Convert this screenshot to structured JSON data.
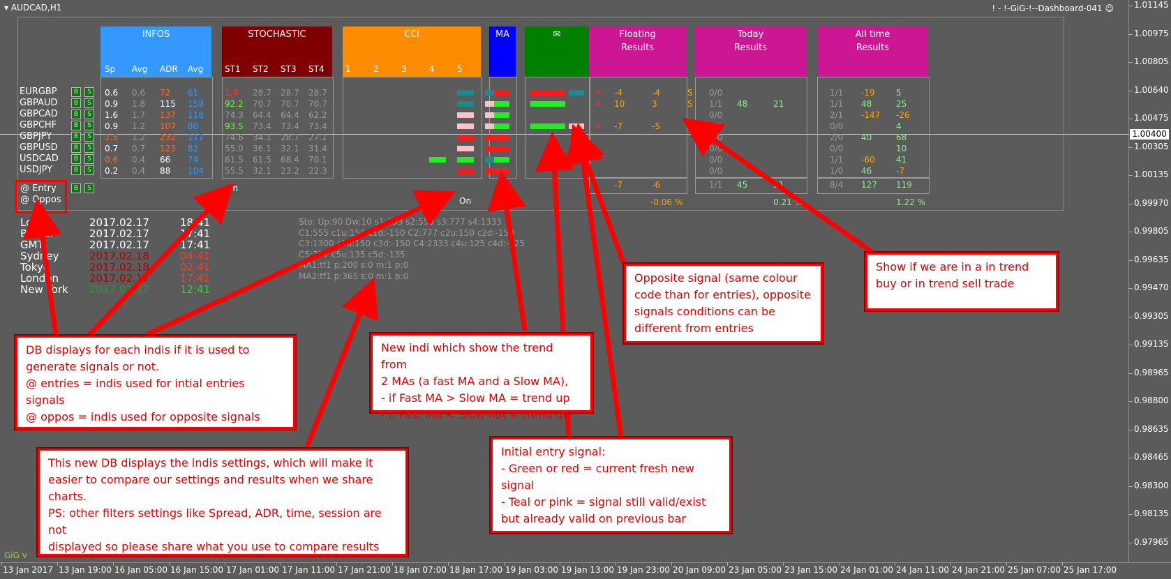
{
  "window": {
    "symbol_title": "AUDCAD,H1",
    "ea_title": "! - !-GiG-!--Dashboard-041 ☺",
    "watermark": "GiG v"
  },
  "price_axis": {
    "labels": [
      "1.01145",
      "1.00975",
      "1.00805",
      "1.00640",
      "1.00475",
      "1.00305",
      "1.00135",
      "0.99970",
      "0.99805",
      "0.99635",
      "0.99470",
      "0.99305",
      "0.99135",
      "0.98965",
      "0.98800",
      "0.98635",
      "0.98465",
      "0.98300",
      "0.98135",
      "0.97965"
    ],
    "current_price": "1.00400"
  },
  "time_axis": [
    "13 Jan 2017",
    "13 Jan 19:00",
    "16 Jan 05:00",
    "16 Jan 15:00",
    "17 Jan 01:00",
    "17 Jan 11:00",
    "17 Jan 21:00",
    "18 Jan 07:00",
    "18 Jan 17:00",
    "19 Jan 03:00",
    "19 Jan 13:00",
    "19 Jan 23:00",
    "20 Jan 09:00",
    "23 Jan 05:00",
    "23 Jan 15:00",
    "24 Jan 01:00",
    "24 Jan 11:00",
    "24 Jan 21:00",
    "25 Jan 07:00",
    "25 Jan 17:00"
  ],
  "headers": {
    "infos": "INFOS",
    "infos_cols": [
      "Sp",
      "Avg",
      "ADR",
      "Avg"
    ],
    "stochastic": "STOCHASTIC",
    "stoch_cols": [
      "ST1",
      "ST2",
      "ST3",
      "ST4"
    ],
    "cci": "CCI",
    "cci_cols": [
      "1",
      "2",
      "3",
      "4",
      "5"
    ],
    "ma": "MA",
    "mail": "✉",
    "floating": [
      "Floating",
      "Results"
    ],
    "today": [
      "Today",
      "Results"
    ],
    "alltime": [
      "All time",
      "Results"
    ]
  },
  "buttons": {
    "b": "B",
    "s": "S"
  },
  "rows": [
    {
      "sym": "EURGBP",
      "sp": "0.6",
      "spavg": "0.6",
      "adr": "72",
      "adravg": "61",
      "st": [
        "1.4",
        "28.7",
        "28.7",
        "28.7"
      ]
    },
    {
      "sym": "GBPAUD",
      "sp": "0.9",
      "spavg": "1.8",
      "adr": "115",
      "adravg": "159",
      "st": [
        "92.2",
        "70.7",
        "70.7",
        "70.7"
      ]
    },
    {
      "sym": "GBPCAD",
      "sp": "1.6",
      "spavg": "1.7",
      "adr": "137",
      "adravg": "118",
      "st": [
        "74.3",
        "64.4",
        "64.4",
        "62.2"
      ]
    },
    {
      "sym": "GBPCHF",
      "sp": "0.9",
      "spavg": "1.2",
      "adr": "107",
      "adravg": "86",
      "st": [
        "93.5",
        "73.4",
        "73.4",
        "73.4"
      ]
    },
    {
      "sym": "GBPJPY",
      "sp": "1.5",
      "spavg": "1.2",
      "adr": "232",
      "adravg": "117",
      "st": [
        "74.6",
        "34.1",
        "28.7",
        "27.1"
      ]
    },
    {
      "sym": "GBPUSD",
      "sp": "0.7",
      "spavg": "0.7",
      "adr": "123",
      "adravg": "82",
      "st": [
        "55.0",
        "36.1",
        "32.1",
        "31.4"
      ]
    },
    {
      "sym": "USDCAD",
      "sp": "0.6",
      "spavg": "0.4",
      "adr": "66",
      "adravg": "74",
      "st": [
        "61.5",
        "61.5",
        "68.4",
        "70.1"
      ]
    },
    {
      "sym": "USDJPY",
      "sp": "0.2",
      "spavg": "0.4",
      "adr": "88",
      "adravg": "104",
      "st": [
        "55.5",
        "32.1",
        "23.2",
        "22.3"
      ]
    }
  ],
  "floating": [
    {
      "x": "✕",
      "a": "-4",
      "b": "-4",
      "side": "S"
    },
    {
      "x": "✕",
      "a": "10",
      "b": "3",
      "side": "S"
    },
    {
      "x": "",
      "a": "",
      "b": "",
      "side": ""
    },
    {
      "x": "✕",
      "a": "-7",
      "b": "-5",
      "side": "B"
    }
  ],
  "floating_total": {
    "a": "-7",
    "b": "-6",
    "pct": "-0.06 %"
  },
  "today": [
    {
      "n": "0/0",
      "a": "",
      "b": ""
    },
    {
      "n": "1/1",
      "a": "48",
      "b": "21"
    },
    {
      "n": "0/0",
      "a": "",
      "b": ""
    },
    {
      "n": "0/0",
      "a": "",
      "b": ""
    },
    {
      "n": "0/0",
      "a": "",
      "b": ""
    },
    {
      "n": "0/0",
      "a": "",
      "b": ""
    },
    {
      "n": "0/0",
      "a": "",
      "b": ""
    },
    {
      "n": "0/0",
      "a": "",
      "b": ""
    }
  ],
  "today_total": {
    "n": "1/1",
    "a": "45",
    "b": "21",
    "pct": "0.21 %"
  },
  "alltime": [
    {
      "n": "1/1",
      "a": "-19",
      "b": "5"
    },
    {
      "n": "1/1",
      "a": "48",
      "b": "25"
    },
    {
      "n": "2/1",
      "a": "-147",
      "b": "-26"
    },
    {
      "n": "0/0",
      "a": "",
      "b": "4"
    },
    {
      "n": "2/0",
      "a": "40",
      "b": "68"
    },
    {
      "n": "0/0",
      "a": "",
      "b": "10"
    },
    {
      "n": "1/1",
      "a": "-60",
      "b": "41"
    },
    {
      "n": "1/0",
      "a": "46",
      "b": "-7"
    }
  ],
  "alltime_total": {
    "n": "8/4",
    "a": "127",
    "b": "119",
    "pct": "1.22 %"
  },
  "entry_label": "@ Entry",
  "oppos_label": "@ Oppos",
  "stoch_on": "On",
  "cci_on": "On",
  "timezones": [
    {
      "name": "Local",
      "date": "2017.02.17",
      "time": "18:41"
    },
    {
      "name": "Broker",
      "date": "2017.02.17",
      "time": "17:41"
    },
    {
      "name": "GMT",
      "date": "2017.02.17",
      "time": "17:41"
    },
    {
      "name": "Sydney",
      "date": "2017.02.18",
      "time": "04:41"
    },
    {
      "name": "Tokyo",
      "date": "2017.02.18",
      "time": "02:41"
    },
    {
      "name": "London",
      "date": "2017.02.17",
      "time": "17:41"
    },
    {
      "name": "New York",
      "date": "2017.02.17",
      "time": "12:41"
    }
  ],
  "settings": [
    "Sto: Up:90 Dw:10 s1:333 s2:555 s3:777 s4:1333",
    "C1:555 c1u:150 c1d:-150 C2:777 c2u:150 c2d:-150",
    "C3:1300 c3u:150 c3d:-150 C4:2333 c4u:125 c4d:-125",
    "C5:777 c5u:135 c5d:-135",
    "MA1:tf1 p:200 s:0 m:1 p:0",
    "MA2:tf1 p:365 s:0 m:1 p:0"
  ],
  "annotations": {
    "a1": [
      "DB displays for each indis if it is used to",
      "generate signals or not.",
      "@ entries = indis used for intial entries signals",
      "@ oppos = indis used for opposite signals"
    ],
    "a2": [
      "This new DB displays the indis settings, which will make it",
      "easier to compare our settings and results when we share",
      "charts.",
      "PS: other filters settings like Spread, ADR, time, session are not",
      "displayed so please share what you use to compare results"
    ],
    "a3": [
      "New indi which show the trend from",
      "2 MAs (a fast MA and a Slow MA),",
      "- if Fast MA > Slow MA = trend up",
      "- if Fast MA < Slow MA = trend dw"
    ],
    "a4": [
      "Initial entry signal:",
      "- Green or red = current fresh new",
      "signal",
      "- Teal or pink = signal still valid/exist",
      "but already valid on previous bar"
    ],
    "a5": [
      "Opposite signal (same colour",
      "code than for entries), opposite",
      "signals conditions can be",
      "different from entries"
    ],
    "a6": [
      "Show if we are in a in trend",
      "buy or in trend sell trade"
    ]
  },
  "colors": {
    "teal": "#1a8a8a",
    "pink": "#ffc0cb",
    "red": "#ff1a1a",
    "green": "#22ee22",
    "infos_bg": "#3399ff",
    "stoch_bg": "#800000",
    "cci_bg": "#ff8c00",
    "ma_bg": "#0000ff",
    "mail_bg": "#008000",
    "results_bg": "#cc1694"
  }
}
